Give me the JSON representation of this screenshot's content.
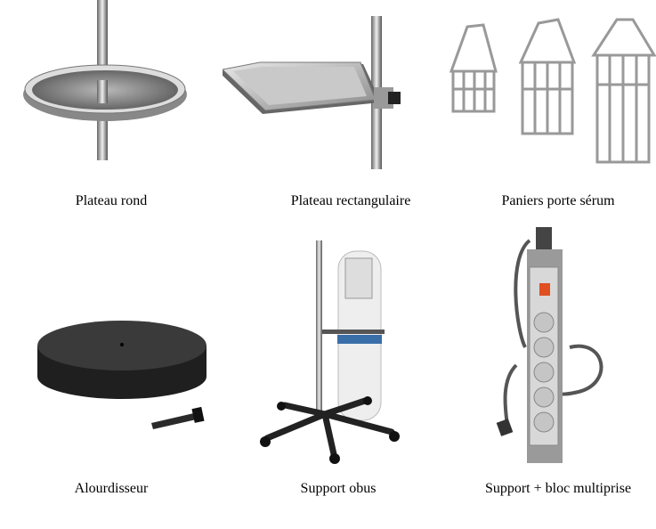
{
  "products": [
    {
      "label": "Plateau rond"
    },
    {
      "label": "Plateau rectangulaire"
    },
    {
      "label": "Paniers porte sérum"
    },
    {
      "label": "Alourdisseur"
    },
    {
      "label": "Support obus"
    },
    {
      "label": "Support + bloc multiprise"
    }
  ]
}
